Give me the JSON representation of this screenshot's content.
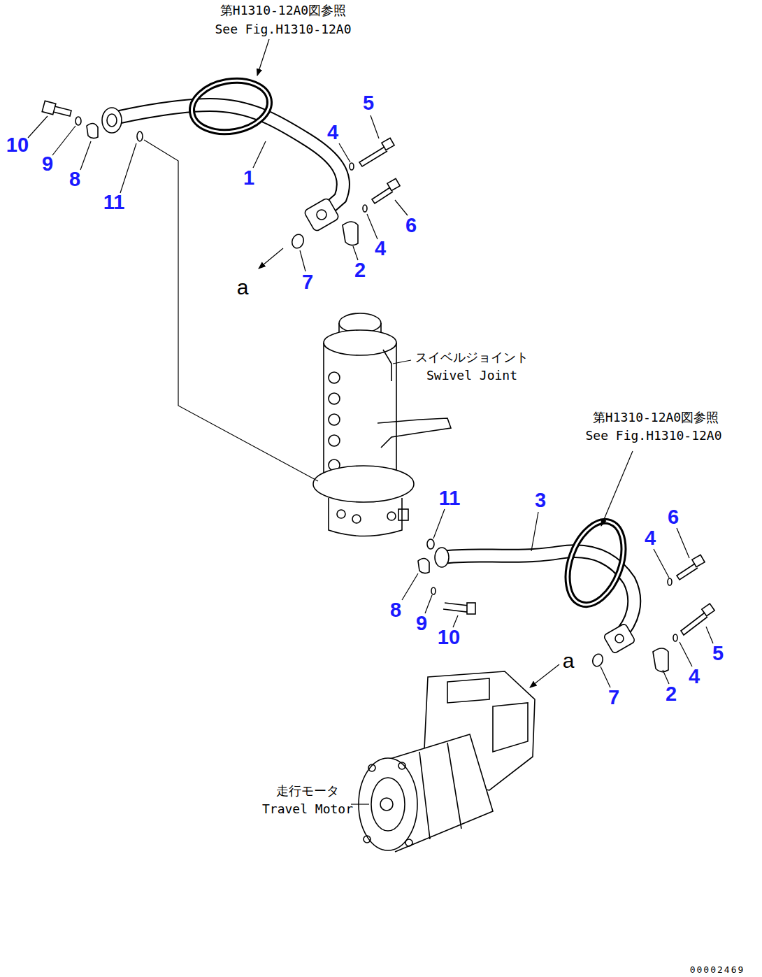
{
  "diagram": {
    "labels": [
      "第H1310-12A0図参照",
      "See Fig.H1310-12A0",
      "10",
      "9",
      "8",
      "11",
      "1",
      "5",
      "4",
      "4",
      "6",
      "2",
      "7",
      "a",
      "スイベルジョイント",
      "Swivel Joint",
      "第H1310-12A0図参照",
      "See Fig.H1310-12A0",
      "3",
      "11",
      "6",
      "4",
      "8",
      "9",
      "10",
      "5",
      "4",
      "2",
      "7",
      "a",
      "走行モータ",
      "Travel Motor",
      "00002469"
    ]
  }
}
